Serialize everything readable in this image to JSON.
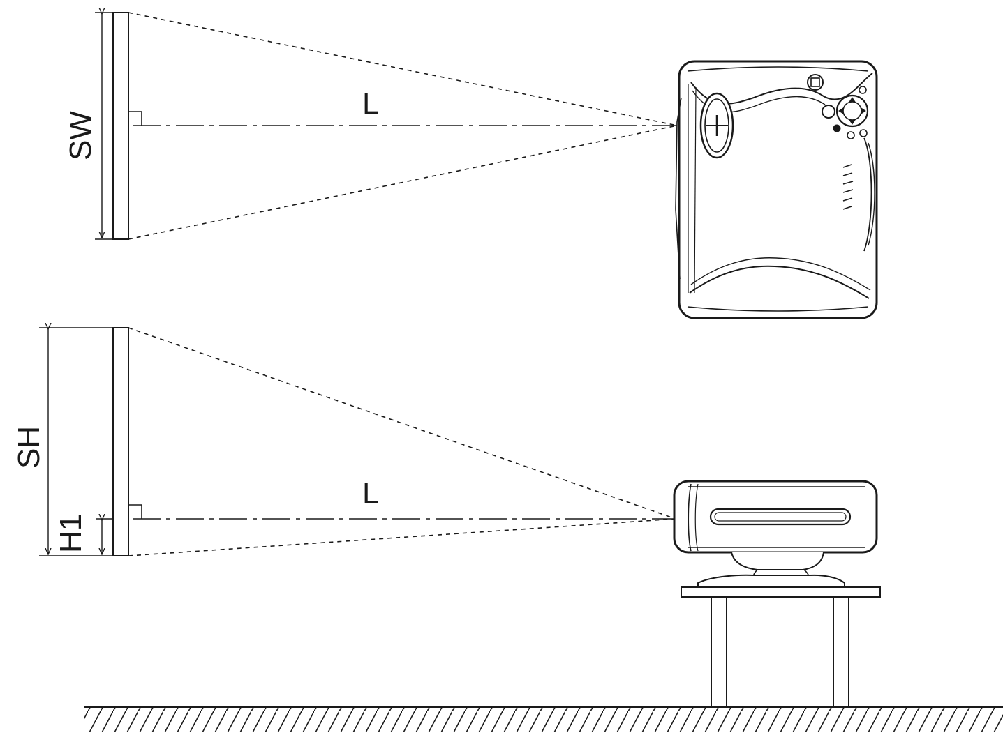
{
  "labels": {
    "screen_width": "SW",
    "screen_height": "SH",
    "offset_height": "H1",
    "distance_top": "L",
    "distance_side": "L"
  }
}
